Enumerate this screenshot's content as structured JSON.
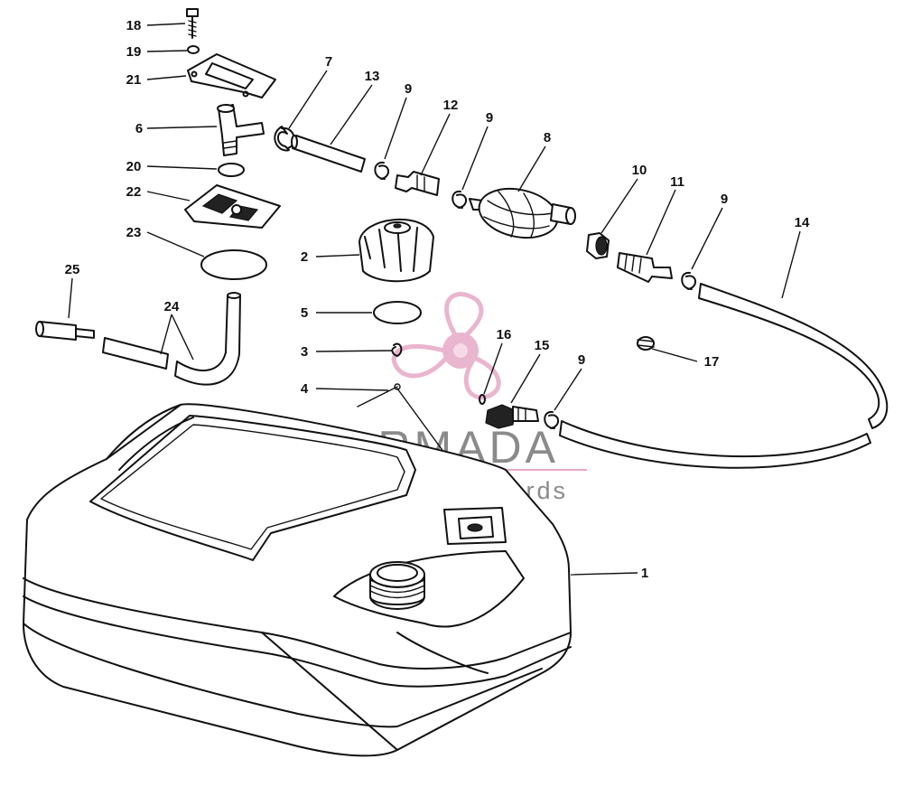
{
  "watermark": {
    "brand": "ARMADA",
    "tagline": "marine outboards",
    "brand_color": "#8f8f8f",
    "accent_color": "#e7a9c6"
  },
  "parts": [
    {
      "id": "18",
      "label": "18"
    },
    {
      "id": "19",
      "label": "19"
    },
    {
      "id": "21",
      "label": "21"
    },
    {
      "id": "6",
      "label": "6"
    },
    {
      "id": "20",
      "label": "20"
    },
    {
      "id": "22",
      "label": "22"
    },
    {
      "id": "23",
      "label": "23"
    },
    {
      "id": "25",
      "label": "25"
    },
    {
      "id": "24",
      "label": "24"
    },
    {
      "id": "7",
      "label": "7"
    },
    {
      "id": "13",
      "label": "13"
    },
    {
      "id": "9a",
      "label": "9"
    },
    {
      "id": "12",
      "label": "12"
    },
    {
      "id": "9b",
      "label": "9"
    },
    {
      "id": "8",
      "label": "8"
    },
    {
      "id": "10",
      "label": "10"
    },
    {
      "id": "11",
      "label": "11"
    },
    {
      "id": "9c",
      "label": "9"
    },
    {
      "id": "14",
      "label": "14"
    },
    {
      "id": "2",
      "label": "2"
    },
    {
      "id": "5",
      "label": "5"
    },
    {
      "id": "3",
      "label": "3"
    },
    {
      "id": "4",
      "label": "4"
    },
    {
      "id": "16",
      "label": "16"
    },
    {
      "id": "15",
      "label": "15"
    },
    {
      "id": "9d",
      "label": "9"
    },
    {
      "id": "17",
      "label": "17"
    },
    {
      "id": "1",
      "label": "1"
    }
  ]
}
